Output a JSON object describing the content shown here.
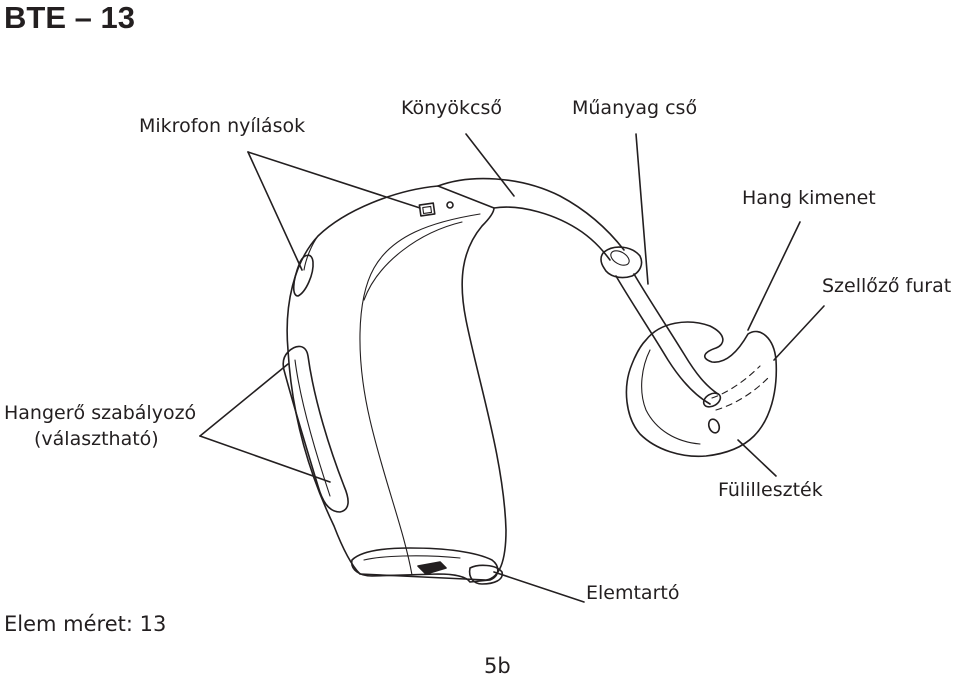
{
  "title": "BTE – 13",
  "labels": {
    "microphone_openings": "Mikrofon nyílások",
    "elbow": "Könyökcső",
    "plastic_tube": "Műanyag cső",
    "sound_output": "Hang kimenet",
    "vent": "Szellőző furat",
    "volume_control_line1": "Hangerő szabályozó",
    "volume_control_line2": "(választható)",
    "earmold": "Fülilleszték",
    "battery_door": "Elemtartó"
  },
  "footer": {
    "battery_size": "Elem méret: 13",
    "page_number": "5b"
  }
}
